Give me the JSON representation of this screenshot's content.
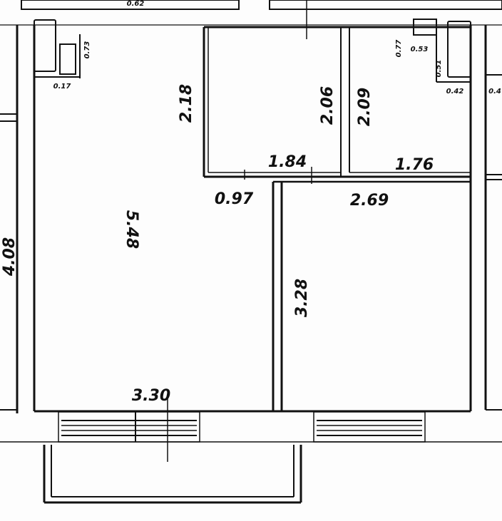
{
  "plan": {
    "dimensions": {
      "room_left_width": "3.30",
      "room_left_length": "5.48",
      "room_left_top_height": "2.18",
      "corridor_width": "0.97",
      "bath_width": "1.84",
      "bath_height": "2.06",
      "wc_width": "1.76",
      "wc_height": "2.09",
      "room_right_width": "2.69",
      "room_right_length": "3.28",
      "neighbor_left": "4.08",
      "cabinet_a_width": "0.17",
      "cabinet_a_depth": "0.73",
      "cabinet_b_1": "0.77",
      "cabinet_b_2": "0.53",
      "cabinet_b_3": "0.51",
      "cabinet_b_4": "0.42",
      "neighbor_right_partial": "0.4",
      "top_label": "0.62"
    }
  }
}
